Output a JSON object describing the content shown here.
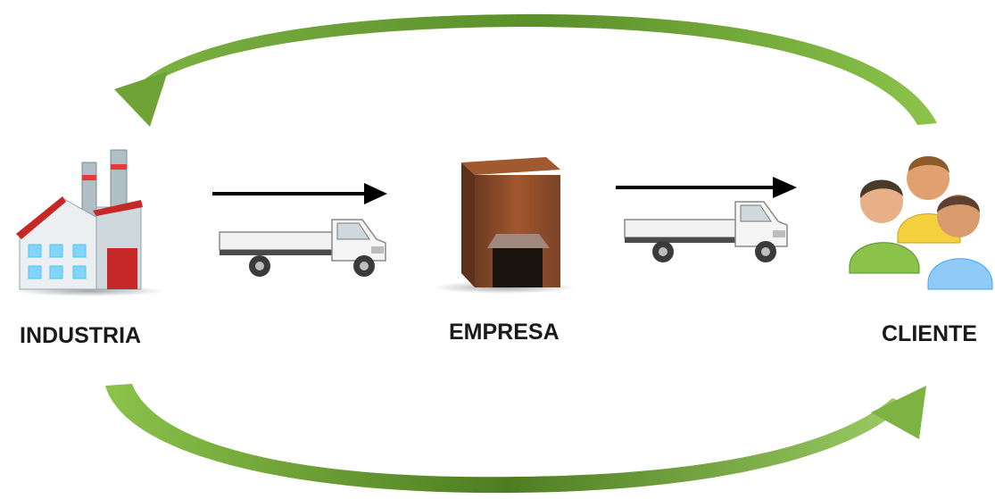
{
  "nodes": {
    "industria": {
      "label": "INDUSTRIA",
      "icon": "factory-icon"
    },
    "empresa": {
      "label": "EMPRESA",
      "icon": "warehouse-icon"
    },
    "cliente": {
      "label": "CLIENTE",
      "icon": "customers-icon"
    }
  },
  "flows": [
    {
      "from": "industria",
      "to": "empresa",
      "icon": "truck-icon"
    },
    {
      "from": "empresa",
      "to": "cliente",
      "icon": "truck-icon"
    },
    {
      "from": "cliente",
      "to": "industria",
      "style": "curved-return"
    },
    {
      "from": "industria",
      "to": "cliente",
      "style": "curved-direct"
    }
  ],
  "colors": {
    "curve_arrow": "#7cb342",
    "curve_arrow_dark": "#4e7d21",
    "straight_arrow": "#000000",
    "label_text": "#1a1a1a"
  }
}
